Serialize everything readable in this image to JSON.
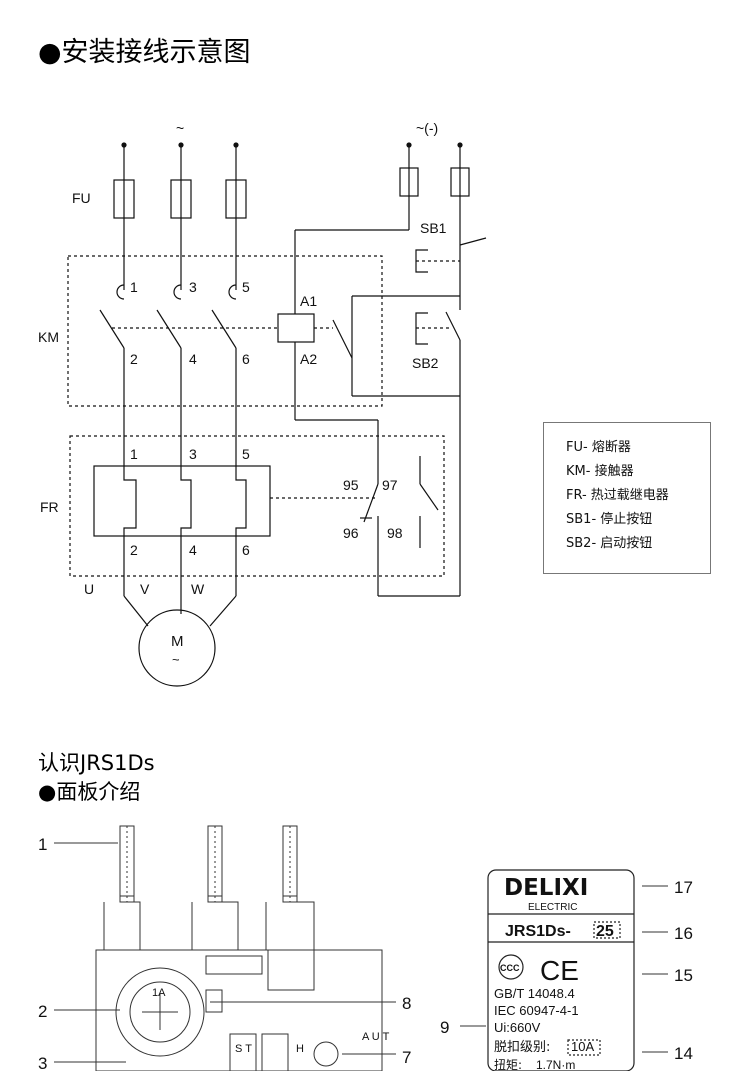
{
  "headings": {
    "wiring_title": "●安装接线示意图",
    "recognize_title": "认识JRS1Ds",
    "panel_title": "●面板介绍"
  },
  "wiring": {
    "ac_symbol": "~",
    "control_supply": "~(-)",
    "fu": "FU",
    "km": "KM",
    "fr": "FR",
    "sb1": "SB1",
    "sb2": "SB2",
    "a1": "A1",
    "a2": "A2",
    "km_terms": [
      "1",
      "3",
      "5",
      "2",
      "4",
      "6"
    ],
    "fr_terms": [
      "1",
      "3",
      "5",
      "2",
      "4",
      "6"
    ],
    "aux_terms": [
      "95",
      "97",
      "96",
      "98"
    ],
    "phases": [
      "U",
      "V",
      "W"
    ],
    "motor": "M",
    "motor_ac": "~"
  },
  "legend": [
    "FU- 熔断器",
    "KM- 接触器",
    "FR- 热过载继电器",
    "SB1- 停止按钮",
    "SB2- 启动按钮"
  ],
  "panel": {
    "callouts": [
      "1",
      "2",
      "3",
      "7",
      "8",
      "9",
      "14",
      "15",
      "16",
      "17"
    ],
    "dial_label": "1A",
    "st_label": "S T",
    "h_label": "H",
    "aut_label": "A U T",
    "brand": "DELIXI",
    "brand_sub": "ELECTRIC",
    "model": "JRS1Ds-",
    "model_size": "25",
    "cert_ccc": "CCC",
    "cert_ce": "CE",
    "std1": "GB/T 14048.4",
    "std2": "IEC 60947-4-1",
    "ui": "Ui:660V",
    "trip_label": "脱扣级别:",
    "trip_value": "10A",
    "torque_label": "扭矩:",
    "torque_value": "1.7N·m"
  }
}
